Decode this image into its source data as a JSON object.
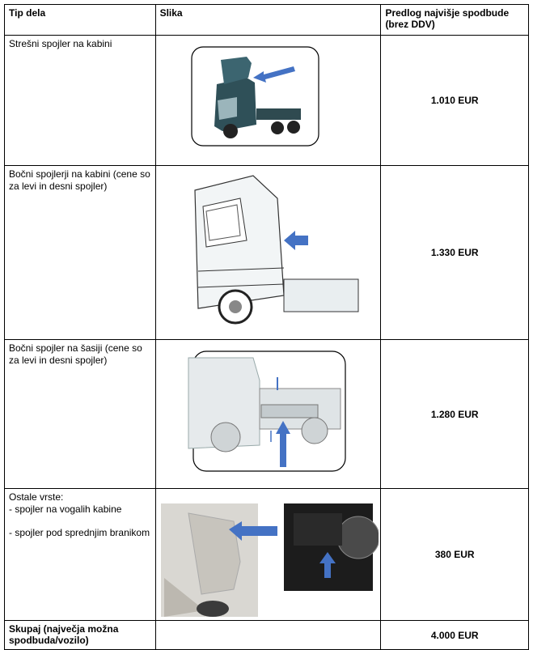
{
  "headers": {
    "part_type": "Tip dela",
    "image": "Slika",
    "max_support": "Predlog najvišje spodbude (brez DDV)"
  },
  "rows": [
    {
      "part": "Strešni spojler na kabini",
      "price": "1.010 EUR"
    },
    {
      "part": "Bočni spojlerji na kabini (cene so za levi in desni spojler)",
      "price": "1.330 EUR"
    },
    {
      "part": "Bočni spojler na šasiji (cene so za levi in desni spojler)",
      "price": "1.280 EUR"
    },
    {
      "part": "Ostale vrste:",
      "sub_items": [
        "-  spojler na vogalih kabine",
        "-  spojler pod sprednjim branikom"
      ],
      "price": "380 EUR"
    }
  ],
  "total": {
    "label": "Skupaj (največja možna spodbuda/vozilo)",
    "price": "4.000 EUR"
  },
  "colors": {
    "arrow": "#4472c4",
    "truck_body": "#2f5058",
    "line": "#000000"
  }
}
